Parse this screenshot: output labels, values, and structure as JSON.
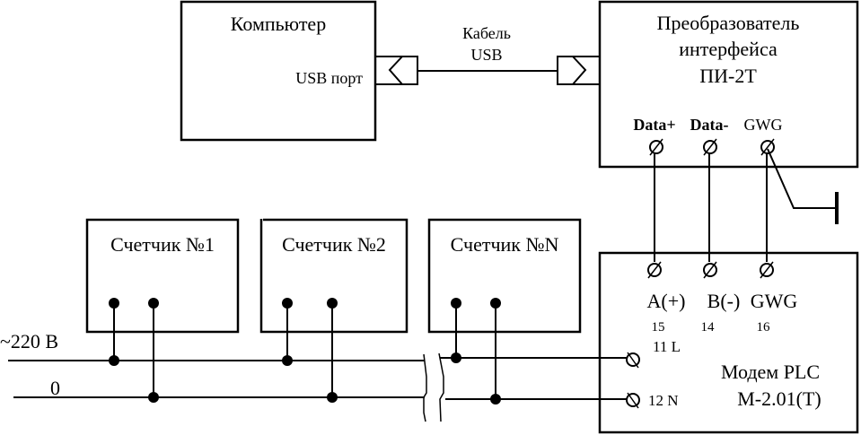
{
  "diagram": {
    "computer": {
      "title": "Компьютер",
      "port_label": "USB порт"
    },
    "cable": {
      "line1": "Кабель",
      "line2": "USB"
    },
    "converter": {
      "line1": "Преобразователь",
      "line2": "интерфейса",
      "line3": "ПИ-2Т",
      "terminals": [
        "Data+",
        "Data-",
        "GWG"
      ]
    },
    "meters": [
      {
        "label": "Счетчик №1"
      },
      {
        "label": "Счетчик №2"
      },
      {
        "label": "Счетчик №N"
      }
    ],
    "power_lines": {
      "phase_label": "~220 В",
      "neutral_label": "0"
    },
    "modem": {
      "line1": "Модем PLC",
      "line2": "М-2.01(Т)",
      "bus_terminals": [
        {
          "label": "A(+)",
          "number": "15"
        },
        {
          "label": "B(-)",
          "number": "14"
        },
        {
          "label": "GWG",
          "number": "16"
        }
      ],
      "power_terminals": [
        {
          "label": "11 L"
        },
        {
          "label": "12 N"
        }
      ]
    }
  }
}
